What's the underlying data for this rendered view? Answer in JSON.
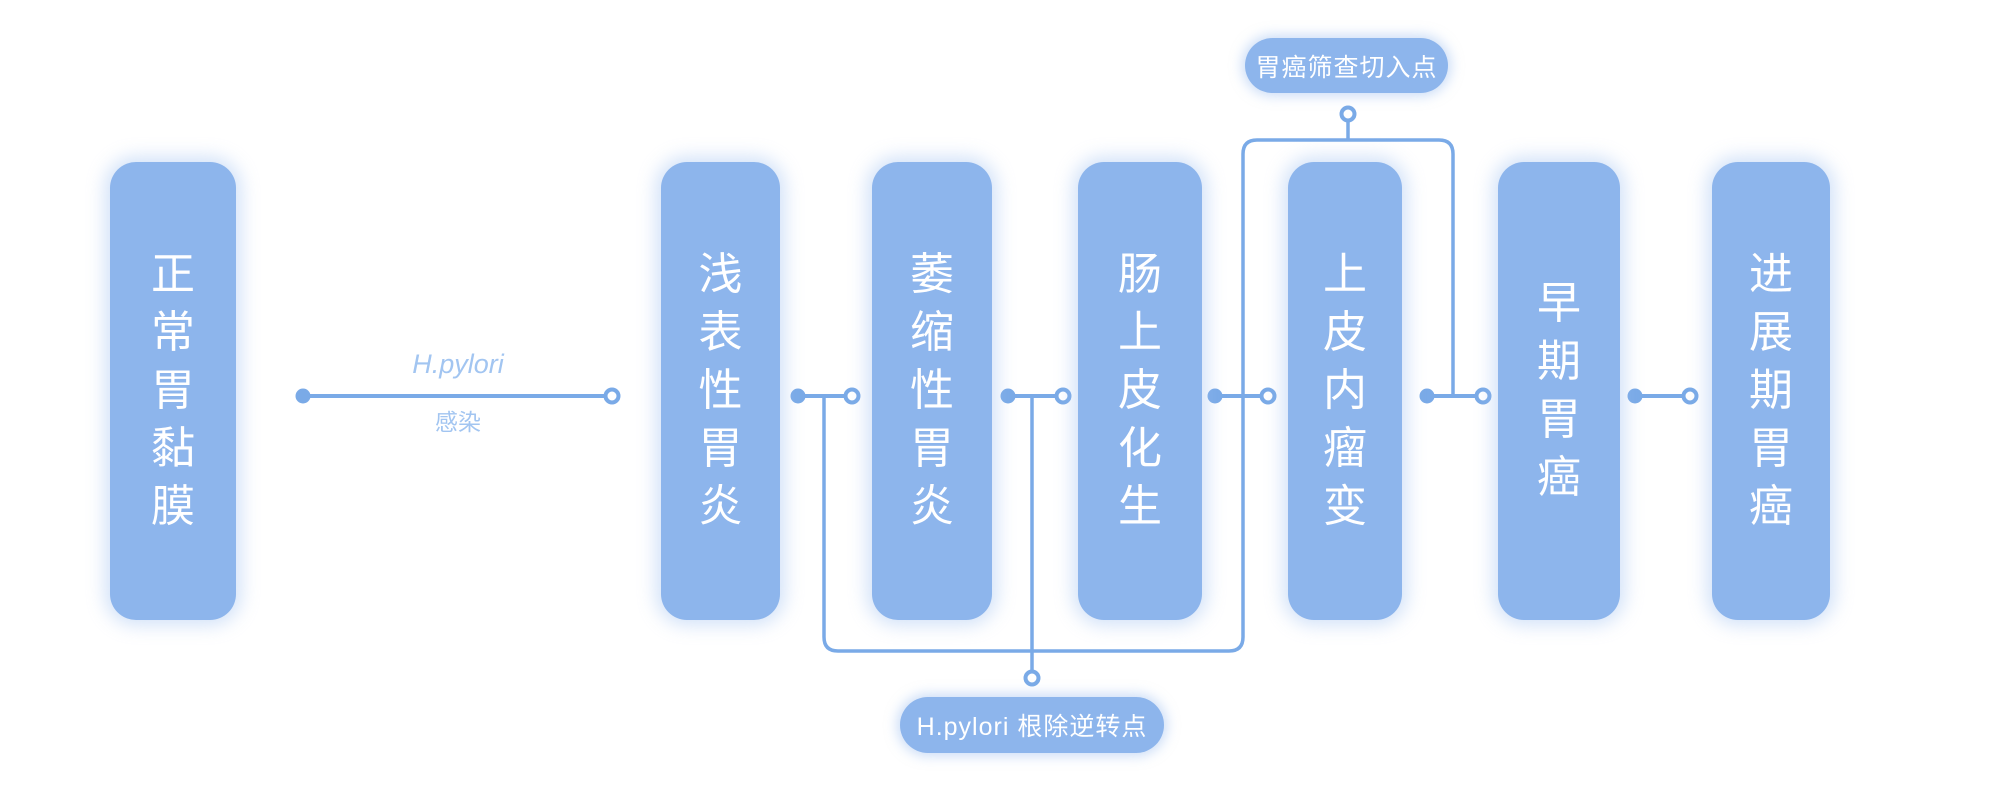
{
  "stages": [
    {
      "label": "正常胃黏膜"
    },
    {
      "label": "浅表性胃炎"
    },
    {
      "label": "萎缩性胃炎"
    },
    {
      "label": "肠上皮化生"
    },
    {
      "label": "上皮内瘤变"
    },
    {
      "label": "早期胃癌"
    },
    {
      "label": "进展期胃癌"
    }
  ],
  "edge_label": {
    "line1": "H.pylori",
    "line2": "感染"
  },
  "badges": {
    "screening": "胃癌筛查切入点",
    "eradication": "H.pylori 根除逆转点"
  },
  "colors": {
    "box_fill": "#8db5ec",
    "line_color": "#7aaae7",
    "label_color": "#a2c5f1",
    "box_text": "#ffffff",
    "background": "#ffffff"
  }
}
